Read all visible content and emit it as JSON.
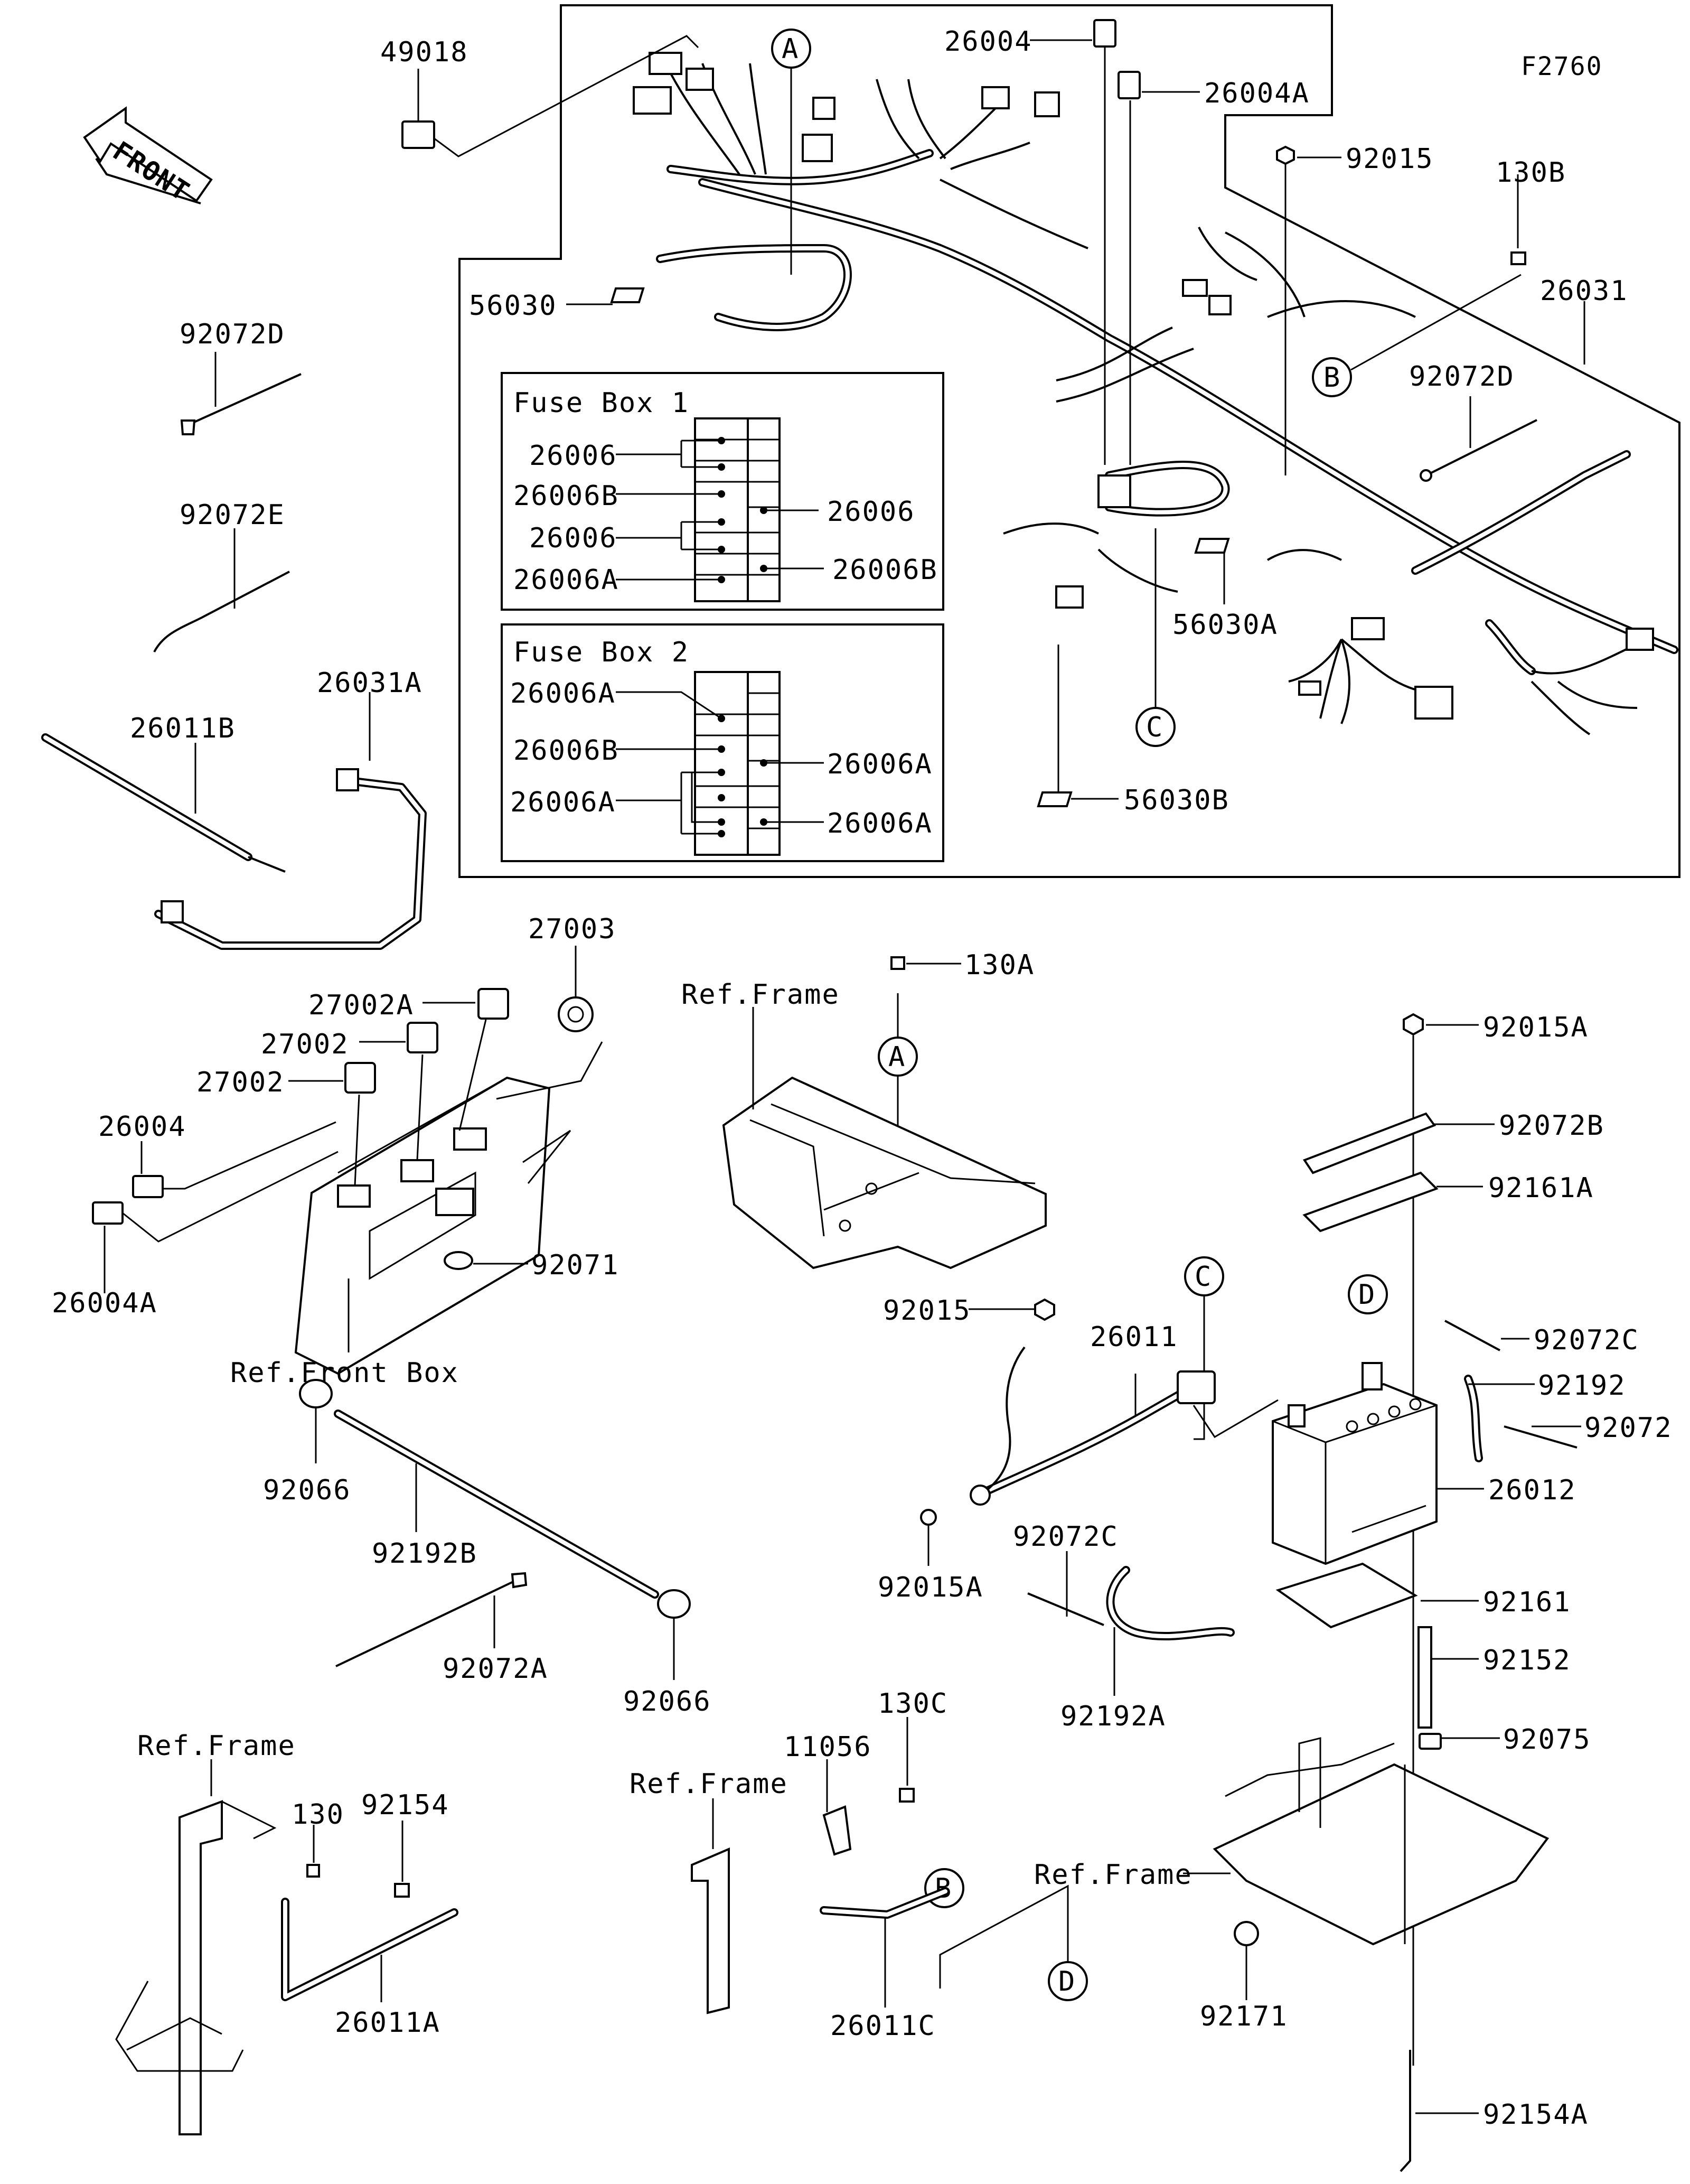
{
  "figure_id": "F2760",
  "front_arrow_label": "FRONT",
  "callouts": [
    "A",
    "B",
    "C",
    "D",
    "A",
    "B",
    "C",
    "D"
  ],
  "fuse_boxes": [
    {
      "title": "Fuse Box 1",
      "left_labels": [
        "26006",
        "26006B",
        "26006",
        "26006A"
      ],
      "right_labels": [
        "26006",
        "26006B"
      ]
    },
    {
      "title": "Fuse Box 2",
      "left_labels": [
        "26006A",
        "26006B",
        "26006A"
      ],
      "right_labels": [
        "26006A",
        "26006A"
      ]
    }
  ],
  "part_labels": [
    "49018",
    "26004",
    "26004A",
    "92015",
    "130B",
    "26031",
    "56030",
    "92072D",
    "92072D",
    "56030A",
    "56030B",
    "92072E",
    "26011B",
    "26031A",
    "27003",
    "27002A",
    "27002",
    "27002",
    "26004",
    "26004A",
    "92071",
    "130A",
    "92015A",
    "92072B",
    "92161A",
    "92015",
    "26011",
    "92072C",
    "92192",
    "92072",
    "26012",
    "92015A",
    "92072C",
    "92161",
    "92152",
    "92192A",
    "92075",
    "92066",
    "92192B",
    "92072A",
    "92066",
    "11056",
    "130C",
    "130",
    "92154",
    "26011A",
    "26011C",
    "92171",
    "92154A"
  ],
  "ref_labels": [
    "Ref.Front Box",
    "Ref.Frame",
    "Ref.Frame",
    "Ref.Frame",
    "Ref.Frame"
  ]
}
